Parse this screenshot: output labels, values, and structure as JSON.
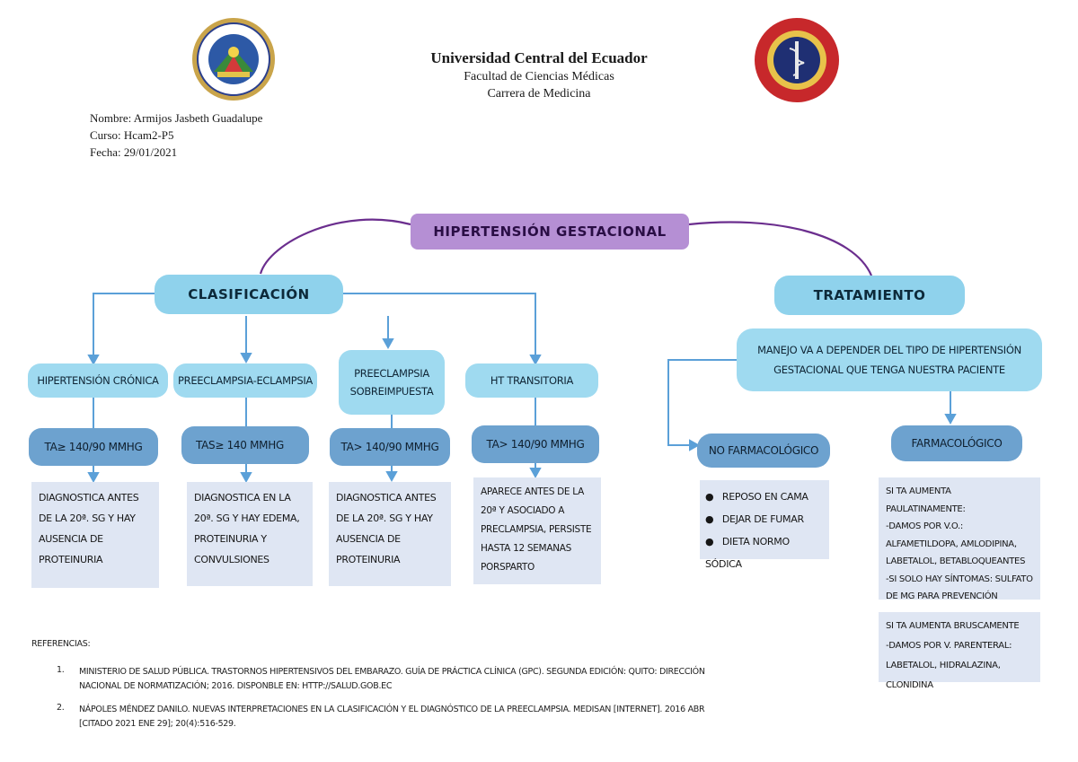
{
  "header": {
    "university": "Universidad Central del Ecuador",
    "faculty": "Facultad de Ciencias Médicas",
    "career": "Carrera de Medicina",
    "name": "Nombre: Armijos Jasbeth Guadalupe",
    "course": "Curso: Hcam2-P5",
    "date": "Fecha: 29/01/2021"
  },
  "map": {
    "title": "HIPERTENSIÓN GESTACIONAL",
    "classification": {
      "label": "CLASIFICACIÓN",
      "types": [
        {
          "name": "HIPERTENSIÓN CRÓNICA",
          "ta": "TA≥ 140/90 MMHG",
          "detail": "DIAGNOSTICA ANTES DE LA 20ª. SG Y HAY AUSENCIA DE PROTEINURIA"
        },
        {
          "name": "PREECLAMPSIA-ECLAMPSIA",
          "ta": "TAS≥ 140 MMHG",
          "detail": "DIAGNOSTICA EN LA 20ª. SG Y HAY EDEMA, PROTEINURIA Y CONVULSIONES"
        },
        {
          "name": "PREECLAMPSIA SOBREIMPUESTA",
          "ta": "TA> 140/90 MMHG",
          "detail": "DIAGNOSTICA ANTES DE LA 20ª. SG Y HAY AUSENCIA DE PROTEINURIA"
        },
        {
          "name": "HT TRANSITORIA",
          "ta": "TA> 140/90 MMHG",
          "detail": "APARECE ANTES DE LA 20ª Y ASOCIADO A PRECLAMPSIA, PERSISTE HASTA 12 SEMANAS PORSPARTO"
        }
      ]
    },
    "treatment": {
      "label": "TRATAMIENTO",
      "intro": "MANEJO VA A DEPENDER DEL TIPO DE HIPERTENSIÓN GESTACIONAL QUE TENGA NUESTRA PACIENTE",
      "non_pharm": {
        "label": "NO FARMACOLÓGICO",
        "items": [
          "REPOSO EN CAMA",
          "DEJAR DE FUMAR",
          "DIETA NORMO SÓDICA"
        ]
      },
      "pharm": {
        "label": "FARMACOLÓGICO",
        "gradual": [
          "SI TA AUMENTA PAULATINAMENTE:",
          "-DAMOS POR V.O.: ALFAMETILDOPA, AMLODIPINA, LABETALOL, BETABLOQUEANTES",
          "-SI SOLO HAY SÍNTOMAS: SULFATO DE MG PARA PREVENCIÓN"
        ],
        "sudden": [
          "SI TA AUMENTA BRUSCAMENTE",
          "-DAMOS POR V. PARENTERAL: LABETALOL, HIDRALAZINA, CLONIDINA"
        ]
      }
    }
  },
  "references": {
    "heading": "REFERENCIAS:",
    "items": [
      {
        "num": "1.",
        "text": "MINISTERIO DE SALUD PÚBLICA. TRASTORNOS HIPERTENSIVOS DEL EMBARAZO. GUÍA DE PRÁCTICA CLÍNICA (GPC). SEGUNDA EDICIÓN: QUITO: DIRECCIÓN NACIONAL DE NORMATIZACIÓN; 2016. DISPONBLE EN: HTTP://SALUD.GOB.EC"
      },
      {
        "num": "2.",
        "text": "NÁPOLES MÉNDEZ DANILO. NUEVAS INTERPRETACIONES EN LA CLASIFICACIÓN Y EL DIAGNÓSTICO DE LA PREECLAMPSIA. MEDISAN [INTERNET]. 2016 ABR [CITADO 2021 ENE 29]; 20(4):516-529."
      }
    ]
  },
  "colors": {
    "title": "#b58fd4",
    "category": "#8fd2ec",
    "ta": "#6da2cf",
    "note": "#dfe6f3",
    "connector": "#5ba0d8",
    "curve": "#6b2e8e"
  }
}
